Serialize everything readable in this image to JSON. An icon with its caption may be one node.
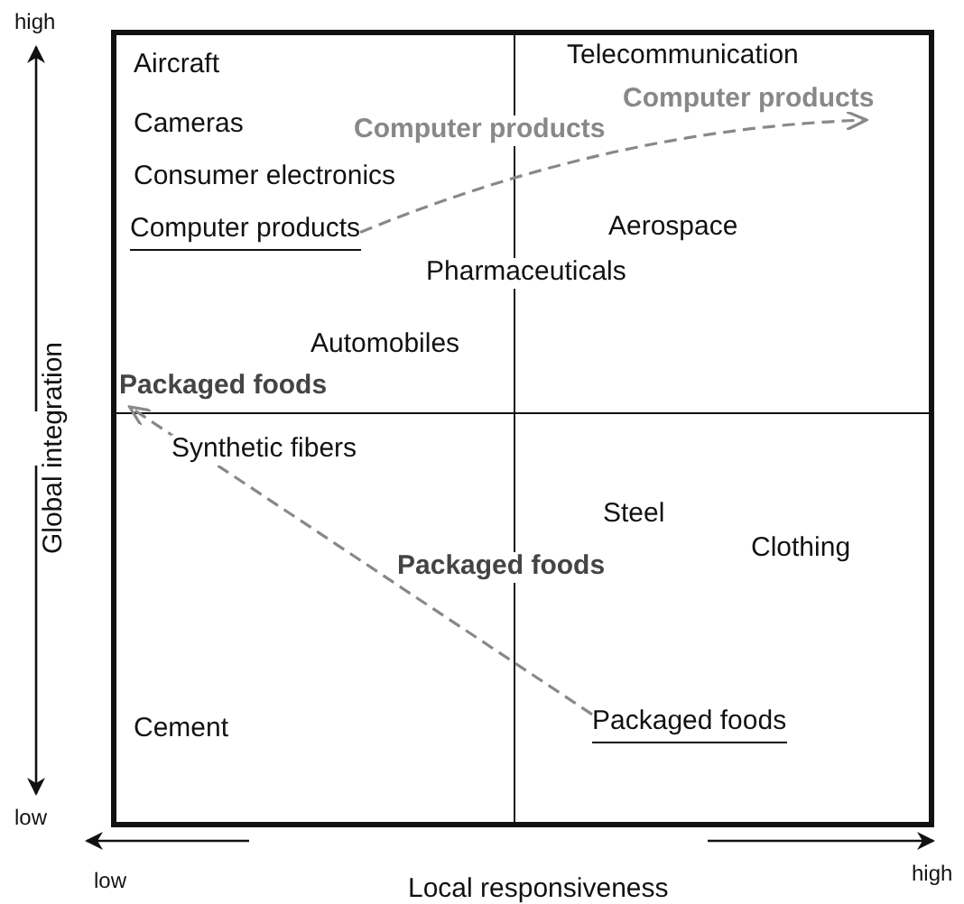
{
  "diagram": {
    "nodes": [
      {
        "text": [
          "Computer products"
        ]
      },
      {
        "text": [
          "Computer products"
        ]
      },
      {
        "text": [
          "Packaged foods"
        ]
      },
      {
        "text": [
          "Packaged foods"
        ]
      }
    ],
    "edges": [
      {
        "from": 0,
        "to": 1,
        "arrow": "to",
        "style": "dashed",
        "label": "Computer products"
      },
      {
        "from": 2,
        "to": 3,
        "arrow": "to",
        "style": "dashed",
        "label": "Packaged foods"
      }
    ],
    "labels": [
      "high",
      "Aircraft",
      "Telecommunication",
      "Cameras",
      "Consumer electronics",
      "Aerospace",
      "Pharmaceuticals",
      "Automobiles",
      "Synthetic fibers",
      "Steel",
      "Clothing",
      "Cement",
      "low",
      "Global integration",
      "low",
      "Local responsiveness",
      "high"
    ]
  }
}
